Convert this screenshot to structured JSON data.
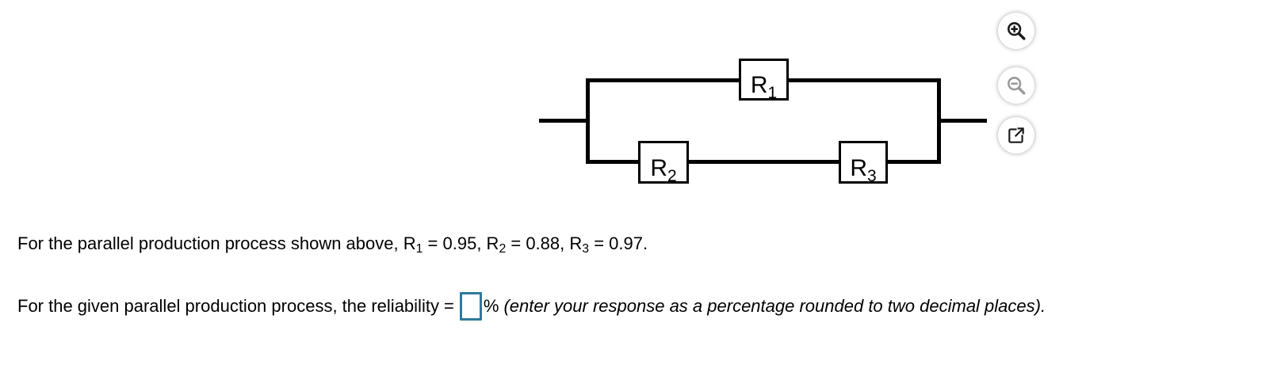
{
  "figure": {
    "type": "parallel-reliability-diagram",
    "boxes": [
      {
        "id": "r1",
        "base": "R",
        "sub": "1",
        "branch": "top"
      },
      {
        "id": "r2",
        "base": "R",
        "sub": "2",
        "branch": "bottom"
      },
      {
        "id": "r3",
        "base": "R",
        "sub": "3",
        "branch": "bottom"
      }
    ],
    "wire_color": "#000000"
  },
  "toolbar": {
    "zoom_in_icon": "magnifier-plus",
    "zoom_out_icon": "magnifier-minus",
    "open_icon": "open-in-new-window",
    "icon_color": "#1a1a1a",
    "disabled_icon_color": "#9a9a9a"
  },
  "question": {
    "line1": {
      "seg0": "For the parallel production process shown above, R",
      "sub1": "1",
      "seg1": " = 0.95, R",
      "sub2": "2",
      "seg2": " = 0.88, R",
      "sub3": "3",
      "seg3": " = 0.97."
    },
    "line2": {
      "before": "For the given parallel production process, the reliability =",
      "percent_sign": "%",
      "instruction_italic": "(enter your response as a percentage rounded to two decimal places)."
    },
    "answer_value": "",
    "answer_box_border_color": "#2D7A9B"
  }
}
